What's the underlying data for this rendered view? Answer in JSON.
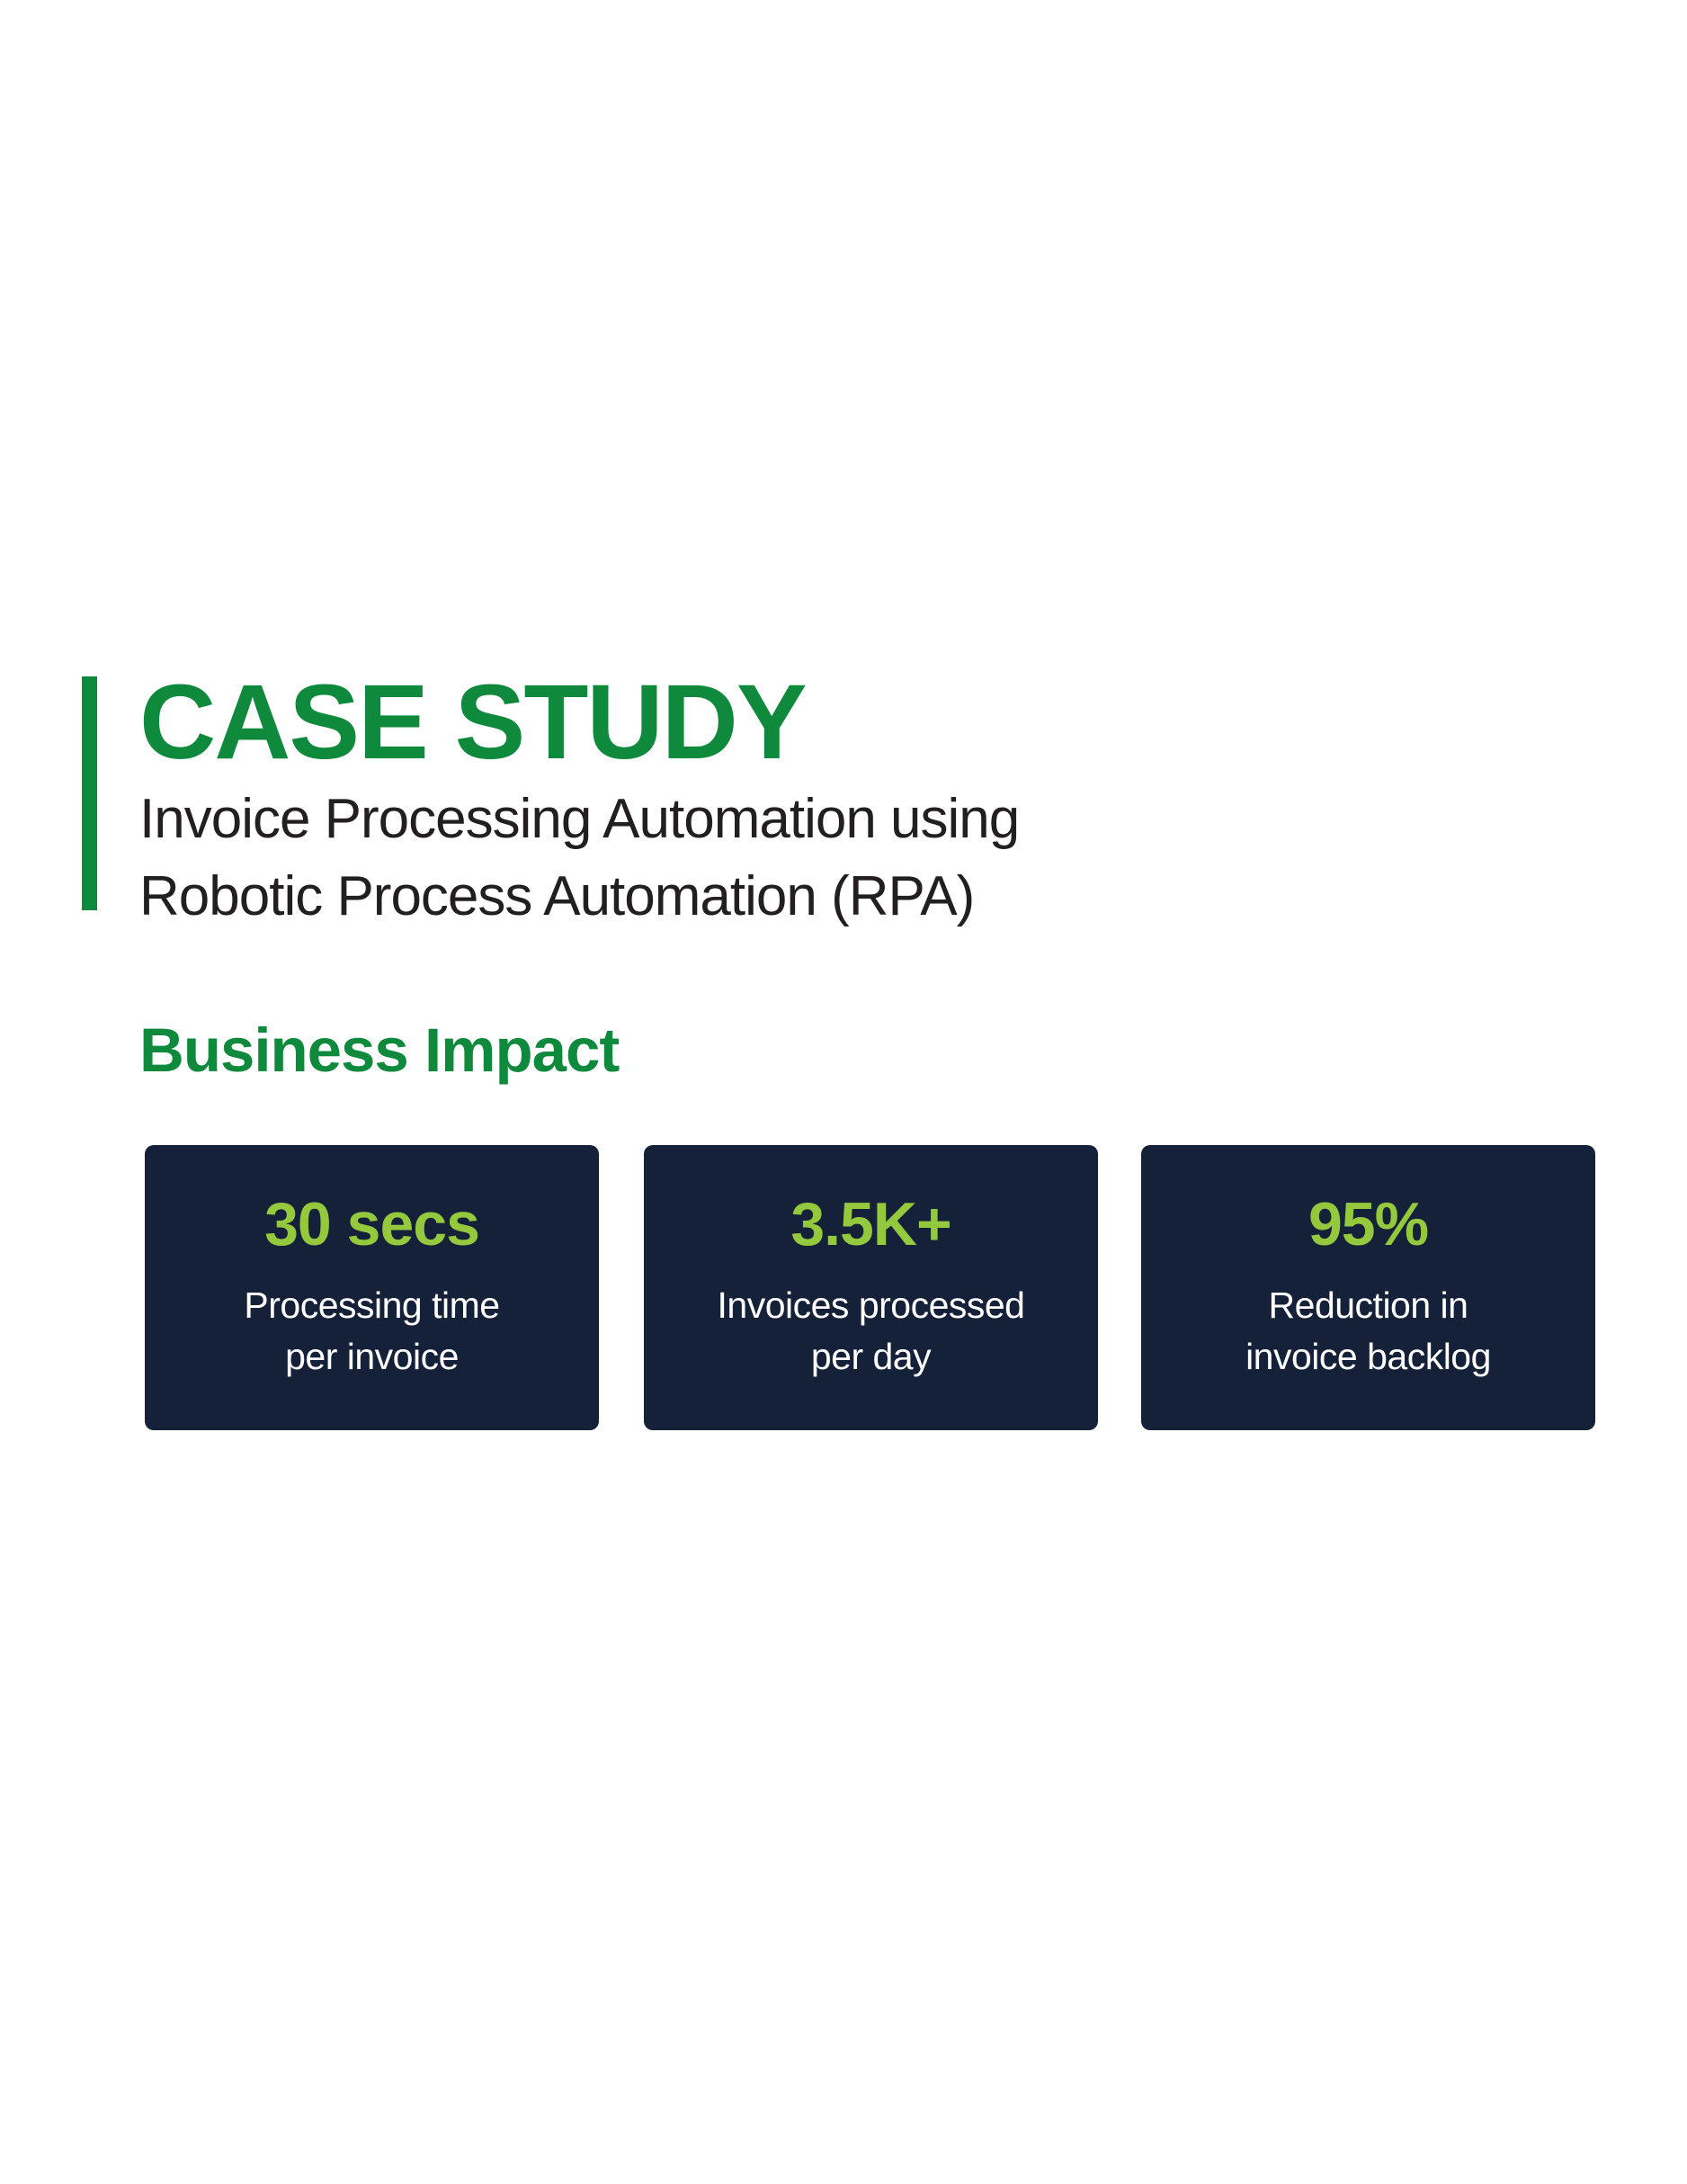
{
  "header": {
    "title": "CASE STUDY",
    "subtitle_lines": [
      "Invoice Processing Automation using",
      "Robotic Process Automation (RPA)"
    ]
  },
  "impact": {
    "heading": "Business Impact",
    "cards": [
      {
        "value": "30 secs",
        "label_lines": [
          "Processing time",
          "per invoice"
        ]
      },
      {
        "value": "3.5K+",
        "label_lines": [
          "Invoices processed",
          "per day"
        ]
      },
      {
        "value": "95%",
        "label_lines": [
          "Reduction in",
          "invoice backlog"
        ]
      }
    ]
  },
  "colors": {
    "brand_green": "#0f8a3c",
    "card_background": "#142138",
    "metric_green": "#95c93d",
    "body_text": "#231f20"
  }
}
